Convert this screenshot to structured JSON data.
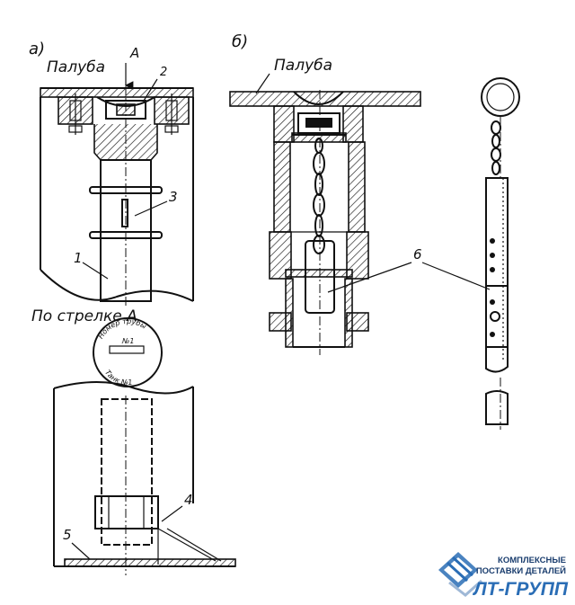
{
  "labels": {
    "fig_a": "а)",
    "fig_b": "б)",
    "deck_a": "Палуба",
    "deck_b": "Палуба",
    "arrow_a": "А",
    "view_a": "По стрелке А",
    "n1": "1",
    "n2": "2",
    "n3": "3",
    "n4": "4",
    "n5": "5",
    "n6": "6"
  },
  "plate": {
    "text_top": "Номер трубы",
    "text_mid": "№1",
    "text_bottom": "Танк №1"
  },
  "logo": {
    "line1": "КОМПЛЕКСНЫЕ",
    "line2": "ПОСТАВКИ ДЕТАЛЕЙ",
    "brand": "ЛТ-ГРУПП",
    "color": "#2a6db5"
  }
}
